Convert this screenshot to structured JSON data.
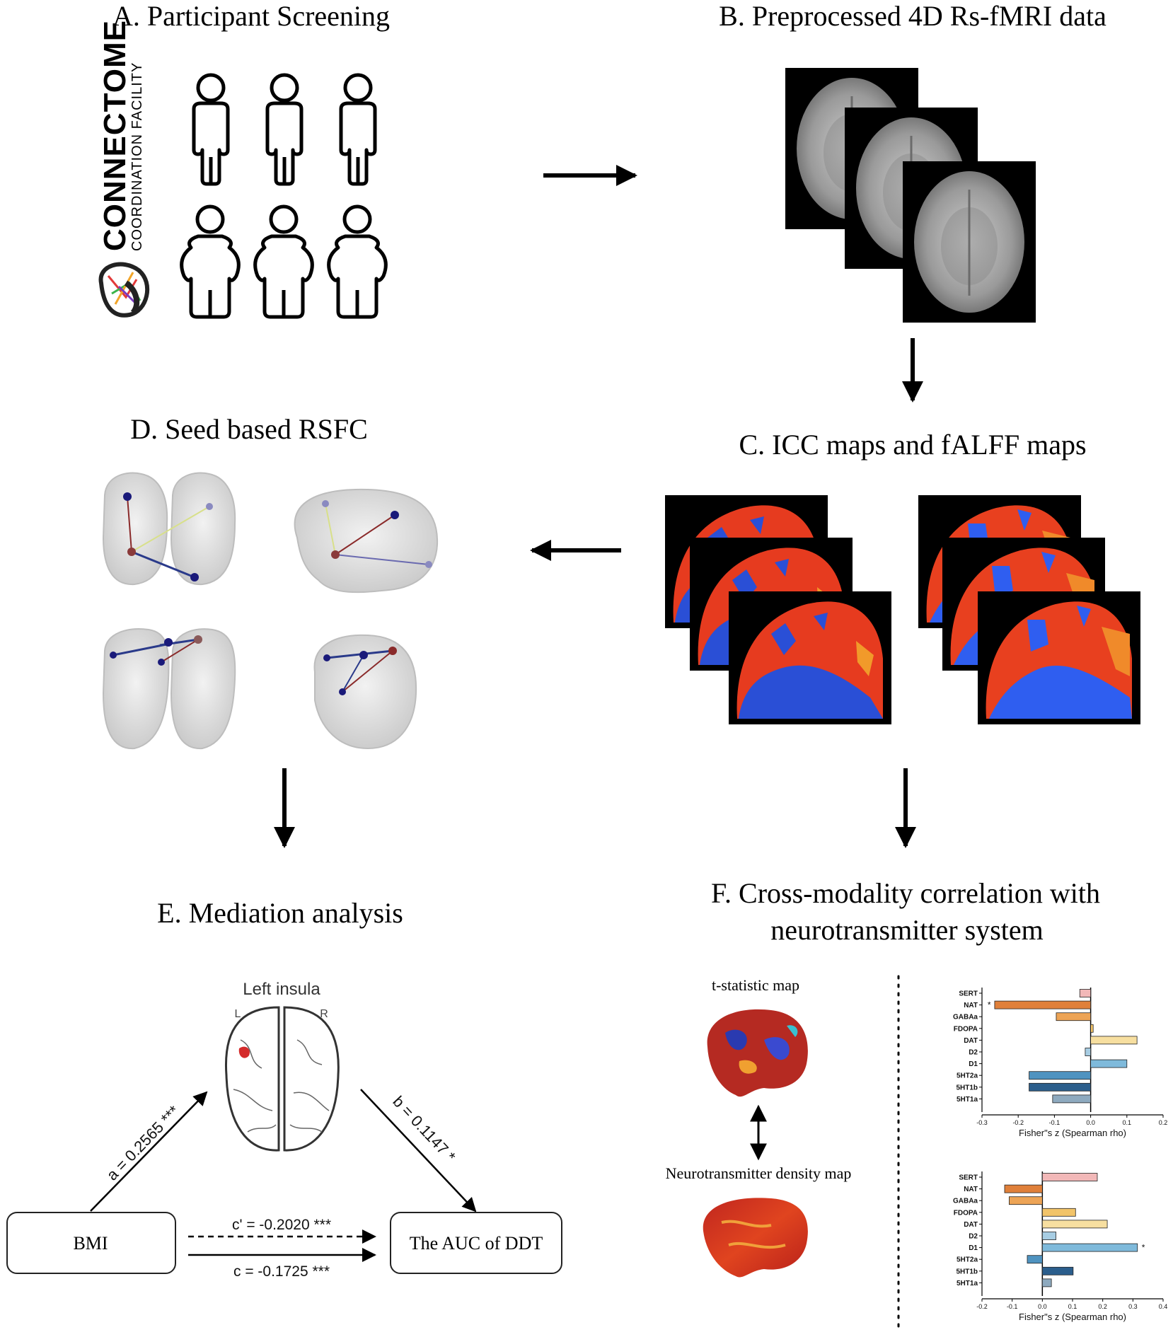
{
  "panels": {
    "a": {
      "title": "A. Participant Screening",
      "logo_main": "CONNECTOME",
      "logo_sub": "COORDINATION FACILITY"
    },
    "b": {
      "title": "B. Preprocessed 4D Rs-fMRI data"
    },
    "c": {
      "title": "C. ICC maps and fALFF maps"
    },
    "d": {
      "title": "D. Seed based RSFC"
    },
    "e": {
      "title": "E.  Mediation analysis",
      "insula_label": "Left insula",
      "left_hemi": "L",
      "right_hemi": "R",
      "path_a": "a = 0.2565 ***",
      "path_b": "b = 0.1147 *",
      "path_c_prime": "c' = -0.2020 ***",
      "path_c": "c = -0.1725 ***",
      "box_left": "BMI",
      "box_right": "The AUC of DDT"
    },
    "f": {
      "title_line1": "F. Cross-modality correlation with",
      "title_line2": "neurotransmitter system",
      "tmap_label": "t-statistic map",
      "density_label": "Neurotransmitter density map"
    }
  },
  "colors": {
    "sert": "#f2b8b8",
    "nat": "#e0803a",
    "gabaa": "#eda456",
    "fdopa": "#f2c46a",
    "dat": "#f7dfa0",
    "d2": "#a7cde3",
    "d1": "#7fbadb",
    "5ht2a": "#4f93c0",
    "5ht1b": "#2b5e8c",
    "5ht1a": "#8eaabf"
  },
  "chart_data": [
    {
      "type": "bar",
      "orientation": "horizontal",
      "categories": [
        "SERT",
        "NAT",
        "GABAa",
        "FDOPA",
        "DAT",
        "D2",
        "D1",
        "5HT2a",
        "5HT1b",
        "5HT1a"
      ],
      "values": [
        -0.03,
        -0.265,
        -0.095,
        0.007,
        0.128,
        -0.015,
        0.1,
        -0.17,
        -0.17,
        -0.105
      ],
      "significant": [
        "NAT"
      ],
      "xlabel": "Fisher\"s z (Spearman rho)",
      "xlim": [
        -0.3,
        0.2
      ],
      "ticks": [
        -0.3,
        -0.2,
        -0.1,
        0.0,
        0.1,
        0.2
      ],
      "tick_labels": [
        "-0.3",
        "-0.2",
        "-0.1",
        "0.0",
        "0.1",
        "0.2"
      ]
    },
    {
      "type": "bar",
      "orientation": "horizontal",
      "categories": [
        "SERT",
        "NAT",
        "GABAa",
        "FDOPA",
        "DAT",
        "D2",
        "D1",
        "5HT2a",
        "5HT1b",
        "5HT1a"
      ],
      "values": [
        0.182,
        -0.125,
        -0.11,
        0.11,
        0.215,
        0.045,
        0.315,
        -0.05,
        0.102,
        0.03
      ],
      "significant": [
        "D1"
      ],
      "xlabel": "Fisher\"s z (Spearman rho)",
      "xlim": [
        -0.2,
        0.4
      ],
      "ticks": [
        -0.2,
        -0.1,
        0.0,
        0.1,
        0.2,
        0.3,
        0.4
      ],
      "tick_labels": [
        "-0.2",
        "-0.1",
        "0.0",
        "0.1",
        "0.2",
        "0.3",
        "0.4"
      ]
    }
  ]
}
